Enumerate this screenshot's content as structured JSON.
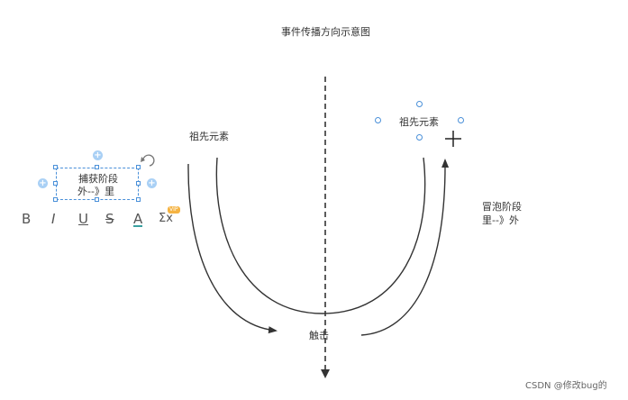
{
  "diagram": {
    "title": "事件传播方向示意图",
    "left_ancestor": "祖先元素",
    "right_ancestor": "祖先元素",
    "capture_phase": {
      "line1": "捕获阶段",
      "line2": "外--》里"
    },
    "bubble_phase": {
      "line1": "冒泡阶段",
      "line2": "里--》外"
    },
    "target": "触击"
  },
  "toolbar": {
    "bold": "B",
    "italic": "I",
    "underline": "U",
    "strike": "S",
    "font_color": "A",
    "formula": "Σx",
    "vip_badge": "VIP"
  },
  "watermark": "CSDN @修改bug的"
}
